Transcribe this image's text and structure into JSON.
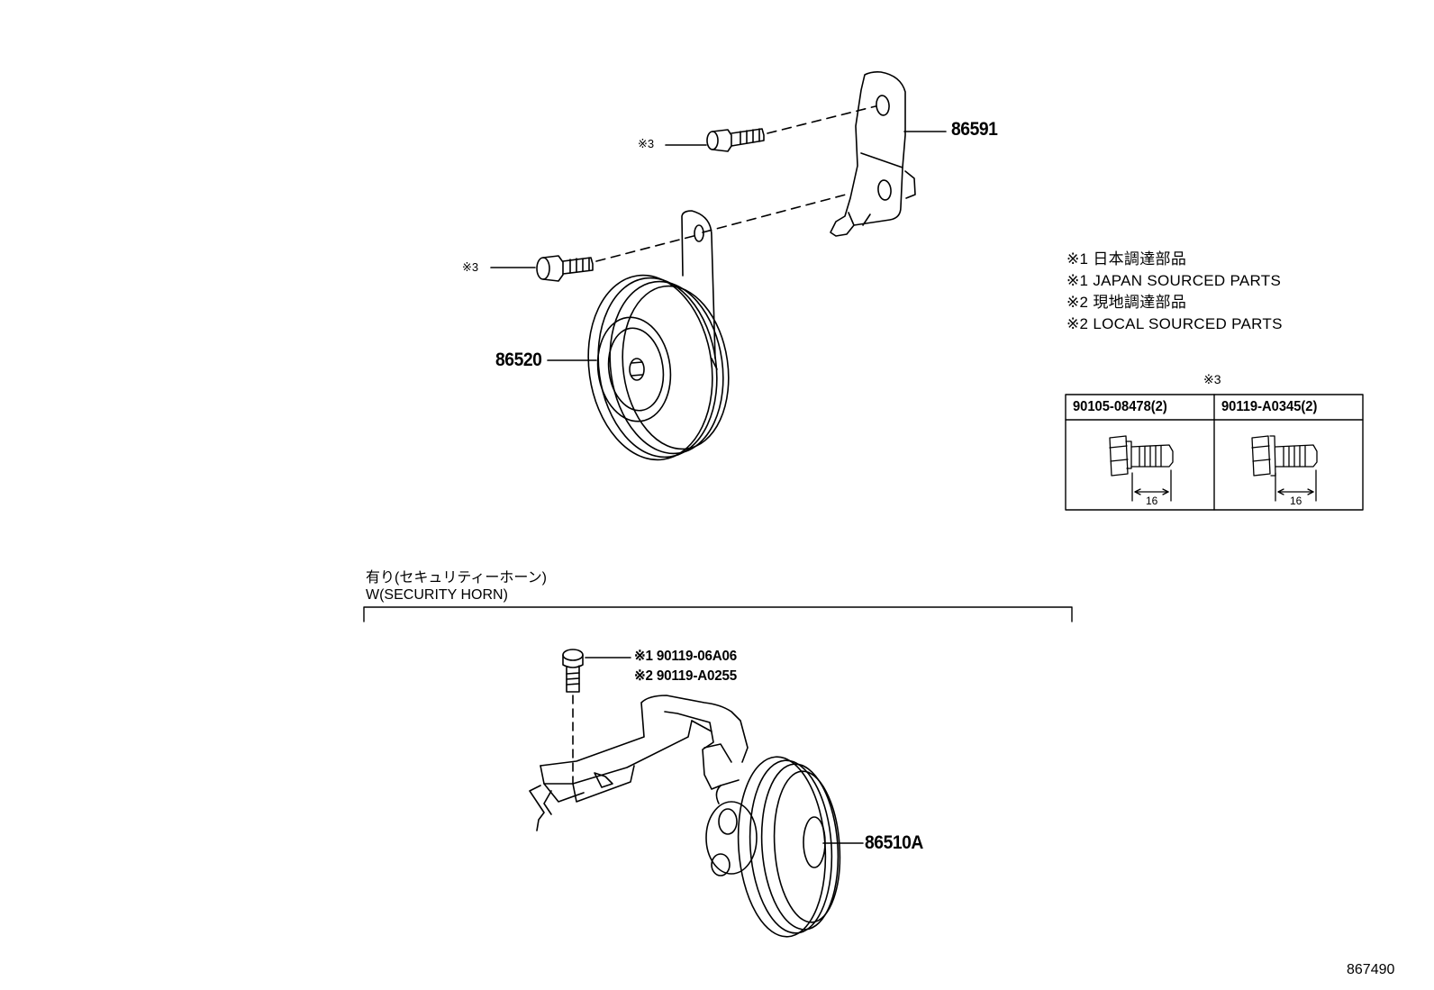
{
  "parts": {
    "bracket": "86591",
    "horn": "86520",
    "security_horn": "86510A"
  },
  "bolt_ref_top": "※3",
  "bolt_ref_mid": "※3",
  "notes": [
    "※1 日本調達部品",
    "※1 JAPAN SOURCED PARTS",
    "※2 現地調達部品",
    "※2 LOCAL SOURCED PARTS"
  ],
  "table": {
    "title": "※3",
    "col1": "90105-08478(2)",
    "col2": "90119-A0345(2)",
    "dim1": "16",
    "dim2": "16"
  },
  "condition": {
    "jp": "有り(セキュリティーホーン)",
    "en": "W(SECURITY HORN)"
  },
  "security_bolts": {
    "line1": "※1  90119-06A06",
    "line2": "※2  90119-A0255"
  },
  "diagram_id": "867490"
}
